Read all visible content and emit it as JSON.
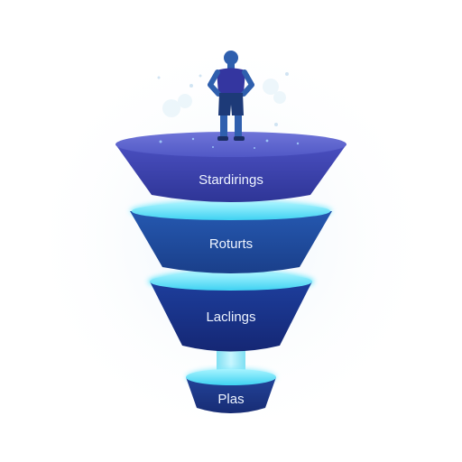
{
  "funnel": {
    "stages": [
      {
        "label": "Stardirings"
      },
      {
        "label": "Roturts"
      },
      {
        "label": "Laclings"
      },
      {
        "label": "Plas"
      }
    ]
  },
  "colors": {
    "stage_1": "#3e42a8",
    "stage_2": "#1e4a96",
    "stage_3": "#1a2f86",
    "stage_4": "#1d3585",
    "glow": "#3fdcf7",
    "figure": "#2e5aa8",
    "figure_shirt": "#3436a0"
  },
  "icons": {
    "figure": "standing-person-icon"
  }
}
